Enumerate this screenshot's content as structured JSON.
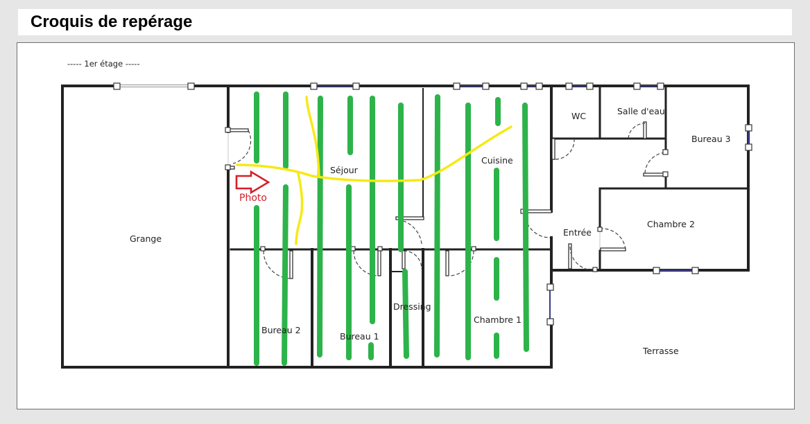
{
  "title": "Croquis de repérage",
  "floor_label": "----- 1er étage -----",
  "rooms": {
    "grange": "Grange",
    "sejour": "Séjour",
    "cuisine": "Cuisine",
    "wc": "WC",
    "salle_eau": "Salle d'eau",
    "bureau3": "Bureau 3",
    "chambre2": "Chambre 2",
    "entree": "Entrée",
    "bureau2": "Bureau 2",
    "bureau1": "Bureau 1",
    "dressing": "Dressing",
    "chambre1": "Chambre 1",
    "terrasse": "Terrasse"
  },
  "photo_label": "Photo",
  "colors": {
    "wall": "#222222",
    "green_marks": "#2db34a",
    "yellow_marks": "#f5ea14",
    "arrow": "#d4202a",
    "window": "#3a3a8c"
  }
}
